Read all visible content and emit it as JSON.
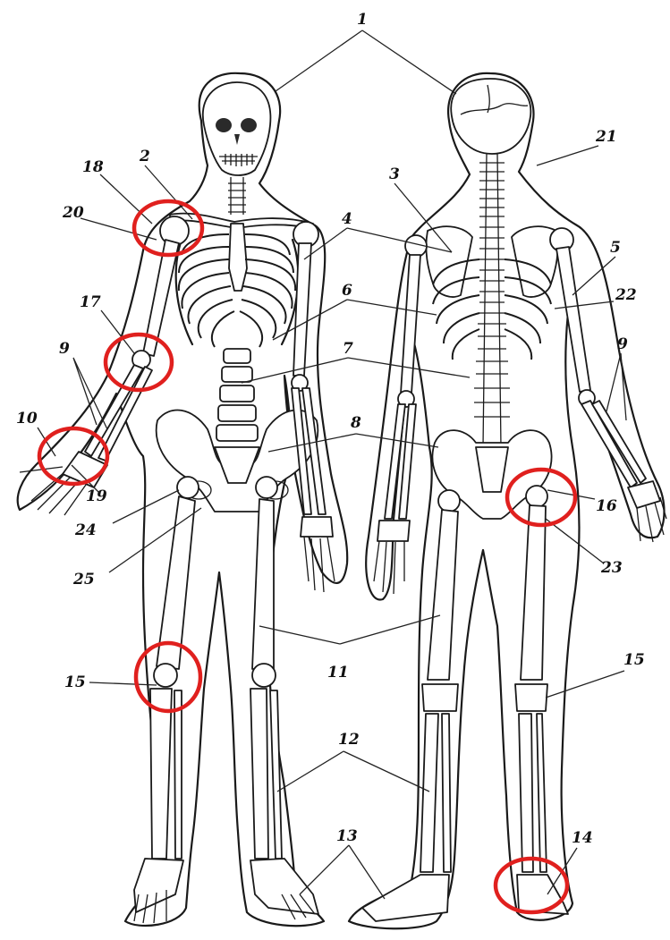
{
  "labels": {
    "l1": "1",
    "l2": "2",
    "l3": "3",
    "l4": "4",
    "l5": "5",
    "l6": "6",
    "l7": "7",
    "l8": "8",
    "l9a": "9",
    "l9b": "9",
    "l10": "10",
    "l11": "11",
    "l12": "12",
    "l13": "13",
    "l14": "14",
    "l15a": "15",
    "l15b": "15",
    "l16": "16",
    "l17": "17",
    "l18": "18",
    "l19": "19",
    "l20": "20",
    "l21": "21",
    "l22": "22",
    "l23": "23",
    "l24": "24",
    "l25": "25"
  },
  "colors": {
    "highlight": "#e0201e",
    "line": "#1a1a1a",
    "background": "#ffffff"
  }
}
